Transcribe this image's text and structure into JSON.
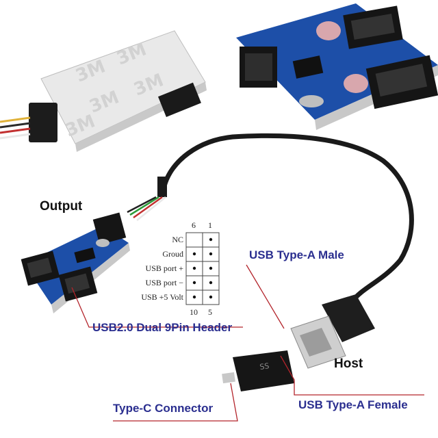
{
  "labels": {
    "output": "Output",
    "host": "Host",
    "usb_a_male": "USB Type-A Male",
    "header_name": "USB2.0 Dual 9Pin Header",
    "type_c": "Type-C Connector",
    "usb_a_female": "USB Type-A Female"
  },
  "pinout": {
    "col_top_left": "6",
    "col_top_right": "1",
    "col_bottom_left": "10",
    "col_bottom_right": "5",
    "rows": [
      "NC",
      "Groud",
      "USB port +",
      "USB port −",
      "USB +5 Volt"
    ]
  },
  "tape_text": "3M",
  "adapter_text": "SS",
  "colors": {
    "label_blue": "#2a2e8f",
    "pcb_blue": "#1d4fa8",
    "callout_red": "#b3242b"
  }
}
